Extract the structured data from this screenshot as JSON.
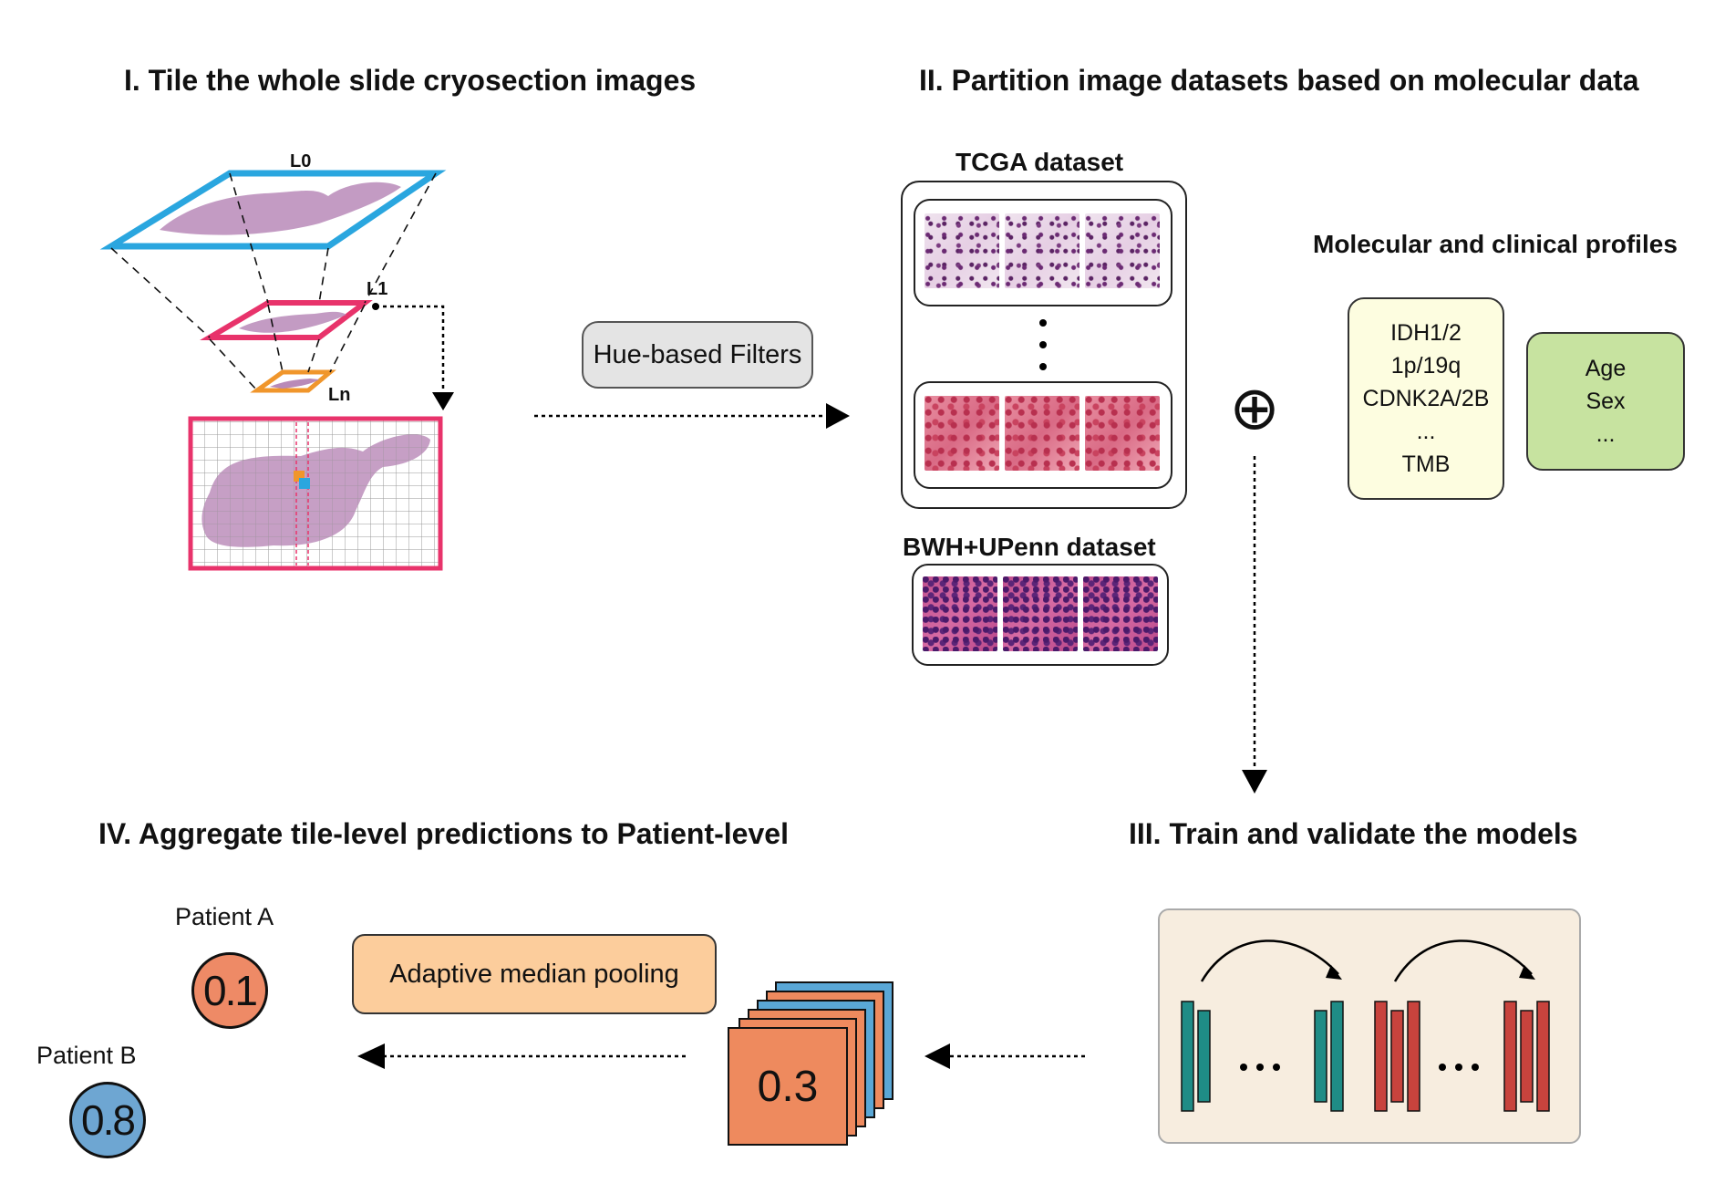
{
  "sections": {
    "s1": "I. Tile the whole slide cryosection images",
    "s2": "II. Partition image datasets based on molecular data",
    "s3": "III. Train and validate the models",
    "s4": "IV. Aggregate tile-level predictions to Patient-level"
  },
  "slide_levels": {
    "l0": "L0",
    "l1": "L1",
    "ln": "Ln"
  },
  "filter_label": "Hue-based Filters",
  "datasets": {
    "tcga": "TCGA dataset",
    "bwh": "BWH+UPenn dataset"
  },
  "profiles": {
    "title": "Molecular and clinical profiles",
    "molecular": [
      "IDH1/2",
      "1p/19q",
      "CDNK2A/2B",
      "...",
      "TMB"
    ],
    "clinical": [
      "Age",
      "Sex",
      "..."
    ]
  },
  "plus_symbol": "⊕",
  "pooling_label": "Adaptive median pooling",
  "tile_score": "0.3",
  "patients": [
    {
      "label": "Patient A",
      "score": "0.1",
      "color": "#ee8a66"
    },
    {
      "label": "Patient B",
      "score": "0.8",
      "color": "#6ea6d2"
    }
  ],
  "colors": {
    "l0_frame": "#2aa6df",
    "l1_frame": "#e8336b",
    "ln_frame": "#f0962c",
    "filter_bg": "#e4e4e4",
    "molecular_bg": "#fdfde0",
    "clinical_bg": "#c7e3a0",
    "model_bg": "#f7eddf",
    "model_teal": "#1f8c86",
    "model_red": "#c8433d",
    "pooling_bg": "#fccd9c",
    "tile_orange": "#ee8a5e",
    "tile_blue": "#5aa7d6"
  }
}
